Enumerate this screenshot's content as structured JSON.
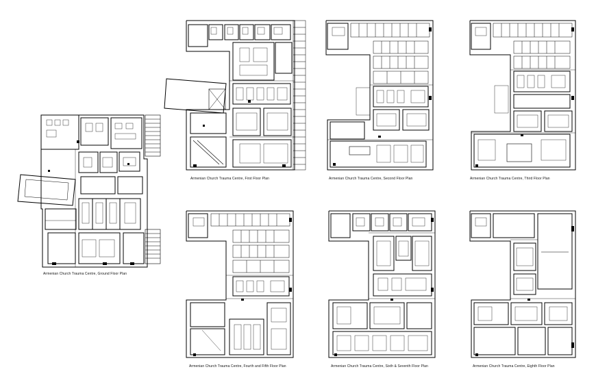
{
  "drawing": {
    "captions": {
      "ground": "Armenian Church Trauma Centre, Ground Floor Plan",
      "first": "Armenian Church Trauma Centre, First Floor Plan",
      "second": "Armenian Church Trauma Centre, Second Floor Plan",
      "third": "Armenian Church Trauma Centre, Third Floor Plan",
      "fourth_fifth": "Armenian Church Trauma Centre, Fourth and Fifth Floor Plan",
      "sixth_seventh": "Armenian Church Trauma Centre, Sixth & Seventh Floor Plan",
      "eighth": "Armenian Church Trauma Centre, Eighth Floor Plan"
    },
    "line_color": "#000000",
    "background_color": "#ffffff"
  }
}
